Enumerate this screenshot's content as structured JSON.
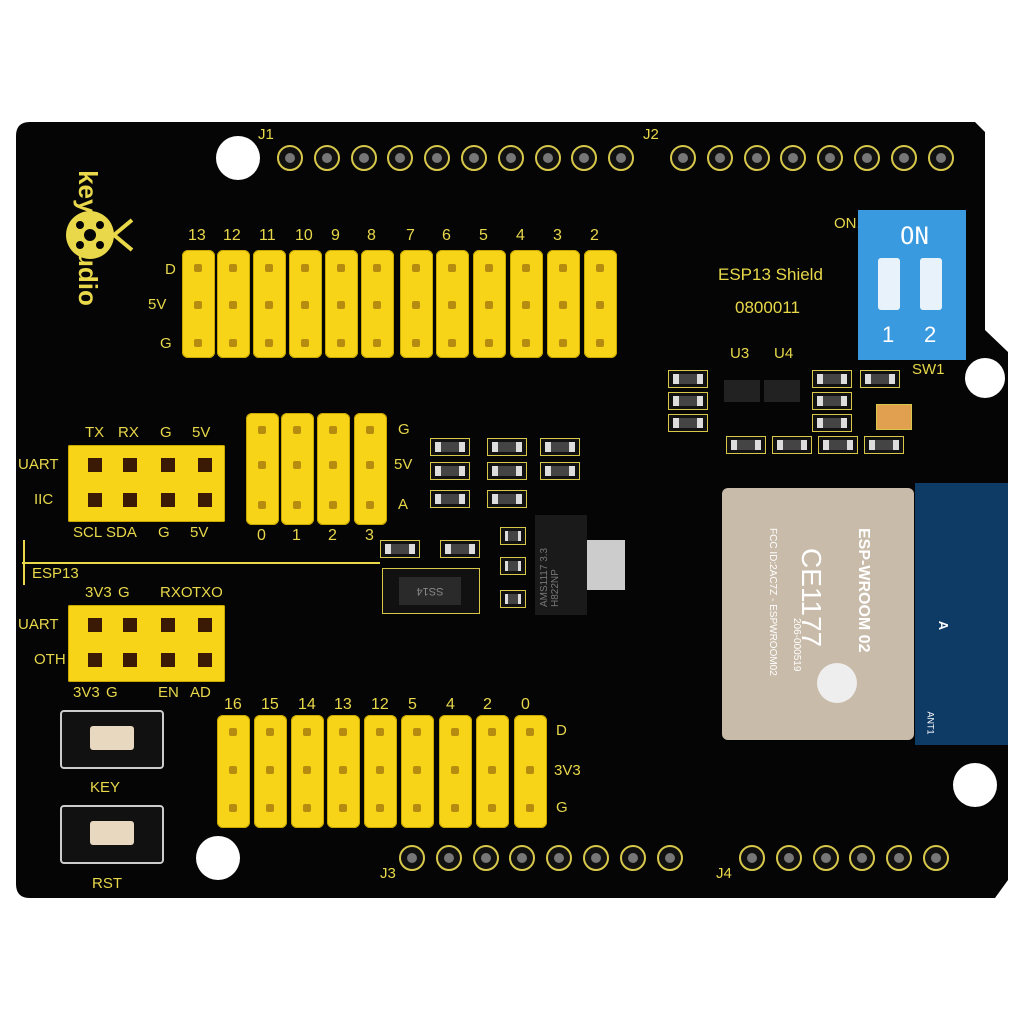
{
  "brand": "keyestudio",
  "board_title": "ESP13 Shield",
  "board_code": "0800011",
  "headers": {
    "j1": "J1",
    "j2": "J2",
    "j3": "J3",
    "j4": "J4"
  },
  "digital_pins": [
    "13",
    "12",
    "11",
    "10",
    "9",
    "8",
    "7",
    "6",
    "5",
    "4",
    "3",
    "2"
  ],
  "digital_rows": [
    "D",
    "5V",
    "G"
  ],
  "uart_top_labels": [
    "TX",
    "RX",
    "G",
    "5V"
  ],
  "uart_bottom_labels": [
    "SCL",
    "SDA",
    "G",
    "5V"
  ],
  "uart_side_labels": [
    "UART",
    "IIC"
  ],
  "analog_pins": [
    "0",
    "1",
    "2",
    "3"
  ],
  "analog_rows": [
    "G",
    "5V",
    "A"
  ],
  "esp13_label": "ESP13",
  "esp_top_labels": [
    "3V3",
    "G",
    "RXO",
    "TXO"
  ],
  "esp_bottom_labels": [
    "3V3",
    "G",
    "EN",
    "AD"
  ],
  "esp_side_labels": [
    "UART",
    "OTH"
  ],
  "buttons": {
    "key": "KEY",
    "rst": "RST"
  },
  "gpio_pins": [
    "16",
    "15",
    "14",
    "13",
    "12",
    "5",
    "4",
    "2",
    "0"
  ],
  "gpio_rows": [
    "D",
    "3V3",
    "G"
  ],
  "switch": {
    "on_silk": "ON.",
    "on": "ON",
    "pos1": "1",
    "pos2": "2",
    "name": "SW1"
  },
  "chips": {
    "u3": "U3",
    "u4": "U4",
    "regulator": "AMS1117 3.3 H822NP",
    "diode": "SS14"
  },
  "module": {
    "name": "ESP-WROOM 02",
    "ce": "CE1177",
    "fcc": "FCC ID:2AC7Z - ESPWROOM02",
    "cert": "206-000519",
    "ant": "ANT1",
    "a": "A"
  },
  "colors": {
    "pcb": "#050505",
    "silk": "#e8d84a",
    "header": "#f7d417",
    "switch": "#3a9ae0"
  }
}
